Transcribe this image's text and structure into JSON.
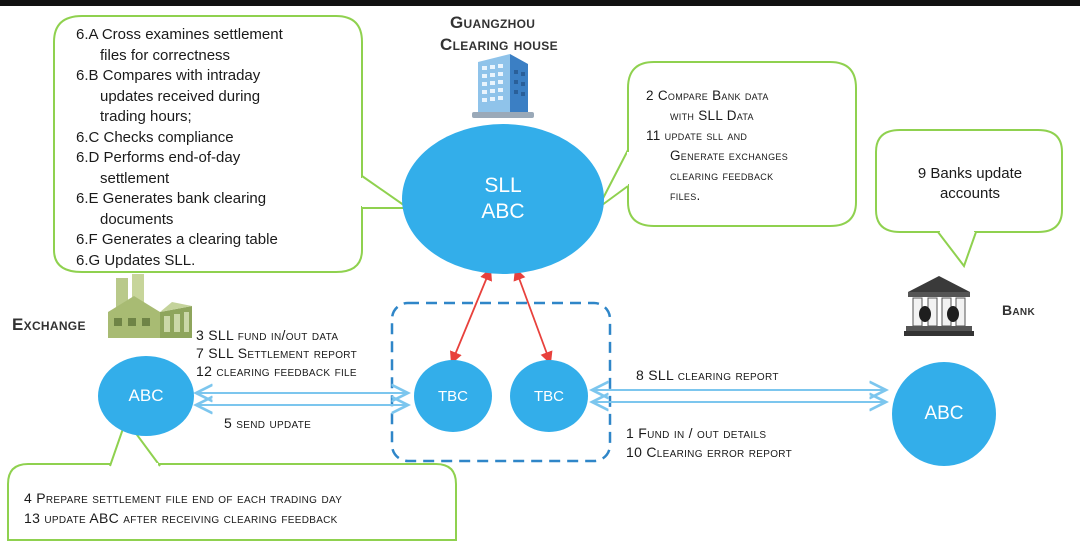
{
  "title_line1": "Guangzhou",
  "title_line2": "Clearing house",
  "center_circle": {
    "line1": "SLL",
    "line2": "ABC"
  },
  "left_callout": [
    "6.A Cross examines settlement",
    "files for correctness",
    "6.B Compares with intraday",
    "updates received during",
    "trading hours;",
    "6.C Checks compliance",
    "6.D Performs end-of-day",
    "settlement",
    "6.E Generates bank clearing",
    "documents",
    "6.F Generates a clearing table",
    "6.G Updates SLL."
  ],
  "right_callout": [
    "2  Compare Bank data",
    "with SLL Data",
    "11 update sll and",
    "Generate exchanges",
    "clearing feedback",
    "files."
  ],
  "bank_callout": [
    "9 Banks update",
    "accounts"
  ],
  "exchange_label": "Exchange",
  "bank_label": "Bank",
  "exchange_circle": "ABC",
  "bank_circle": "ABC",
  "tbc_left": "TBC",
  "tbc_right": "TBC",
  "left_flow": [
    "3 SLL fund in/out data",
    "7 SLL Settlement report",
    "12 clearing feedback file"
  ],
  "send_update": "5 send update",
  "right_flow_top": "8 SLL clearing report",
  "right_flow_bottom": [
    "1 Fund in / out details",
    "10 Clearing error report"
  ],
  "bottom_callout": [
    "4  Prepare settlement file end of each trading day",
    "13 update ABC after receiving clearing feedback"
  ],
  "colors": {
    "bubble": "#33aeea",
    "callout_border": "#8fd14f",
    "arrow_red": "#e8413c",
    "arrow_blue": "#7cc6ee",
    "dashed_box": "#2f86c8"
  },
  "icons": [
    "office-building-icon",
    "factory-icon",
    "bank-icon"
  ]
}
